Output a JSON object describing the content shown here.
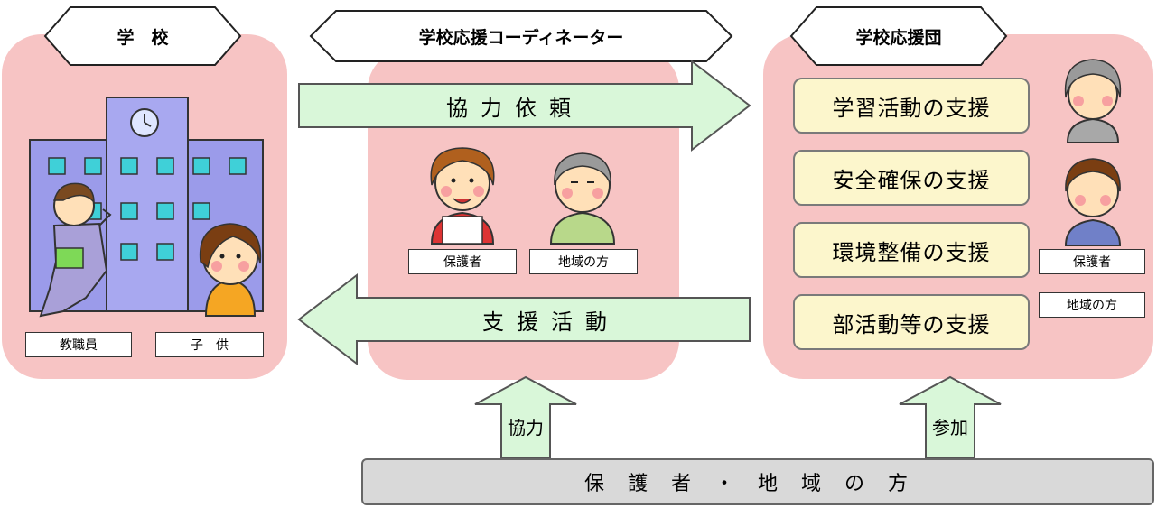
{
  "headers": {
    "school": "学　校",
    "coordinator": "学校応援コーディネーター",
    "support_group": "学校応援団"
  },
  "school_panel": {
    "staff_label": "教職員",
    "children_label": "子　供"
  },
  "coordinator_panel": {
    "guardian_label": "保護者",
    "community_label": "地域の方"
  },
  "support_panel": {
    "activities": [
      "学習活動の支援",
      "安全確保の支援",
      "環境整備の支援",
      "部活動等の支援"
    ],
    "guardian_label": "保護者",
    "community_label": "地域の方"
  },
  "arrows": {
    "request": "協力依頼",
    "support": "支援活動",
    "cooperate": "協力",
    "participate": "参加"
  },
  "bottom_bar": "保護者・地域の方",
  "colors": {
    "panel": "#f7c4c4",
    "arrow": "#d9f7d9",
    "activity_box": "#fcf6cc",
    "building": "#9b9bea",
    "bottom_bar": "#d9d9d9"
  }
}
